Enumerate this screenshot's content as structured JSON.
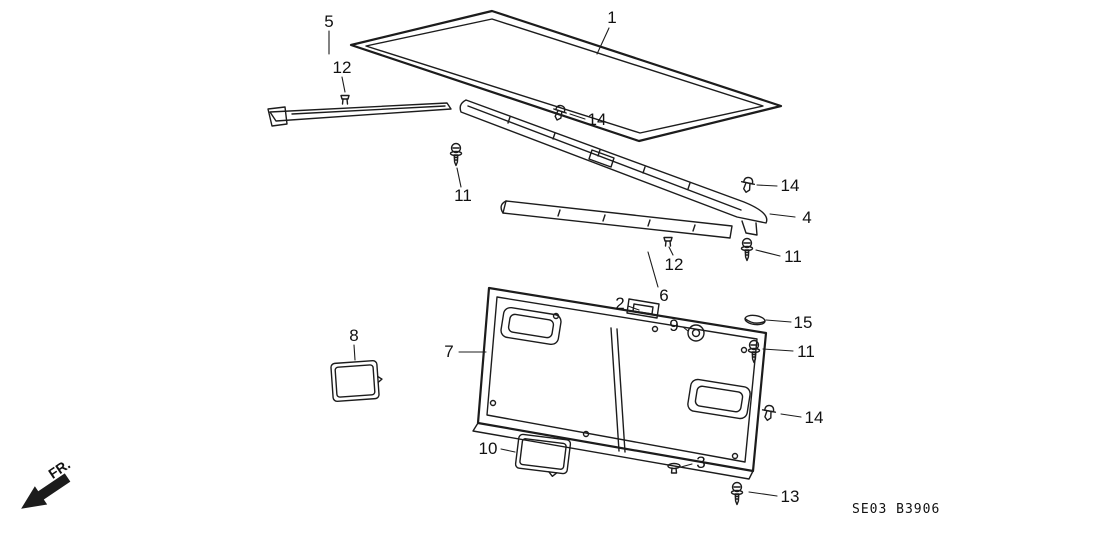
{
  "diagram": {
    "part_code": "SE03 B3906",
    "fr_label": "FR.",
    "colors": {
      "line": "#1c1c1c",
      "background": "#ffffff"
    },
    "callouts": [
      {
        "label": "5"
      },
      {
        "label": "12"
      },
      {
        "label": "1"
      },
      {
        "label": "14"
      },
      {
        "label": "11"
      },
      {
        "label": "14"
      },
      {
        "label": "4"
      },
      {
        "label": "11"
      },
      {
        "label": "12"
      },
      {
        "label": "6"
      },
      {
        "label": "2"
      },
      {
        "label": "9"
      },
      {
        "label": "15"
      },
      {
        "label": "11"
      },
      {
        "label": "7"
      },
      {
        "label": "8"
      },
      {
        "label": "14"
      },
      {
        "label": "10"
      },
      {
        "label": "3"
      },
      {
        "label": "13"
      }
    ]
  }
}
